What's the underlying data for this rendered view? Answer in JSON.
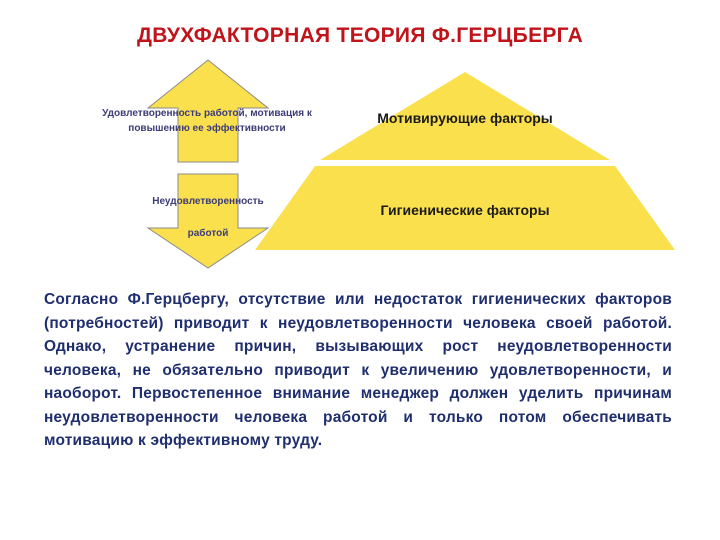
{
  "title": "ДВУХФАКТОРНАЯ ТЕОРИЯ Ф.ГЕРЦБЕРГА",
  "arrow_up": {
    "label": "Удовлетворенность работой, мотивация к повышению ее эффективности"
  },
  "arrow_down": {
    "label_line1": "Неудовлетворенность",
    "label_line2": "работой"
  },
  "pyramid": {
    "top_label": "Мотивирующие факторы",
    "bottom_label": "Гигиенические факторы"
  },
  "body_text": "Согласно Ф.Герцбергу, отсутствие или недостаток гигиенических факторов (потребностей) приводит к неудовлетворенности человека своей работой. Однако, устранение причин, вызывающих рост неудовлетворенности человека, не обязательно приводит к увеличению удовлетворенности, и наоборот. Первостепенное внимание менеджер должен уделить причинам неудовлетворенности человека работой и только потом обеспечивать мотивацию к эффективному труду.",
  "colors": {
    "title": "#c0131a",
    "fill": "#fbe04e",
    "text": "#1f2e6e"
  }
}
